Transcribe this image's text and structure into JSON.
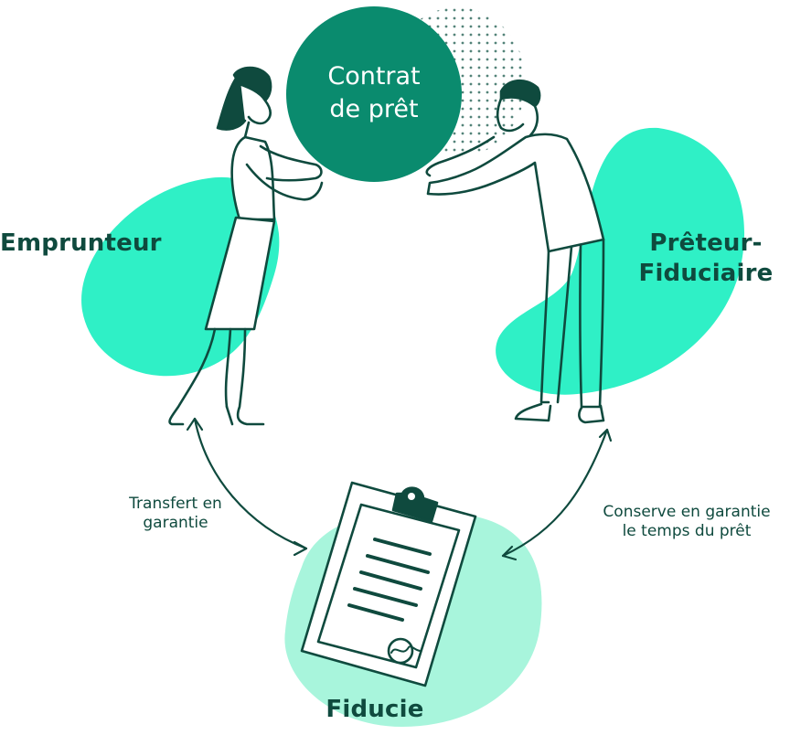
{
  "colors": {
    "ink": "#0f4a3e",
    "blob_strong": "#2ff0c6",
    "blob_soft": "#a8f5dc",
    "circle": "#0a8b6e",
    "dots": "#1a5a4c"
  },
  "diagram": {
    "center_circle": {
      "line1": "Contrat",
      "line2": "de prêt"
    },
    "emprunteur": "Emprunteur",
    "preteur": {
      "line1": "Prêteur-",
      "line2": "Fiduciaire"
    },
    "fiducie": "Fiducie",
    "arrow_left": {
      "line1": "Transfert en",
      "line2": "garantie"
    },
    "arrow_right": {
      "line1": "Conserve en garantie",
      "line2": "le temps du prêt"
    }
  },
  "icons": [
    "woman-figure-icon",
    "man-figure-icon",
    "clipboard-document-icon",
    "seal-icon"
  ]
}
